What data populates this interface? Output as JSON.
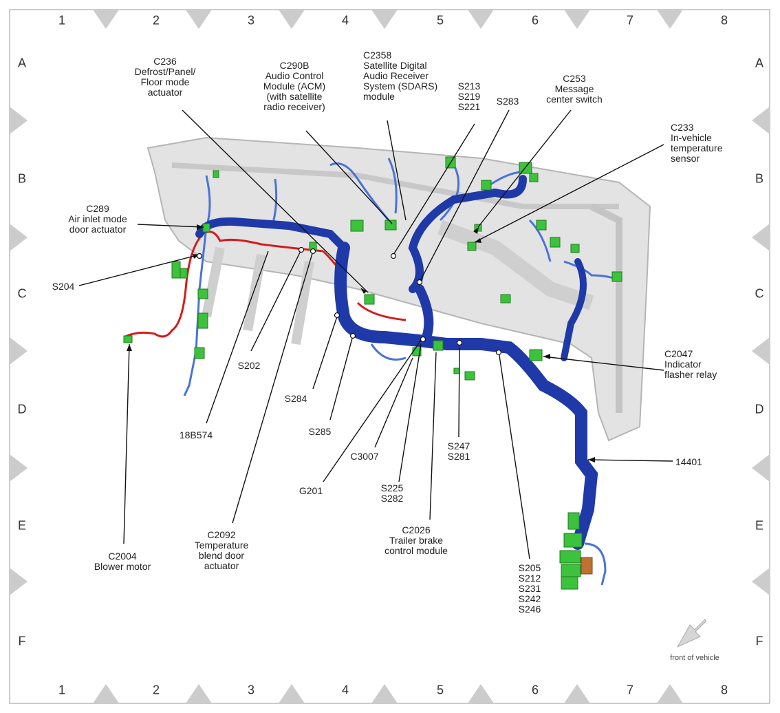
{
  "grid": {
    "columns": [
      "1",
      "2",
      "3",
      "4",
      "5",
      "6",
      "7",
      "8"
    ],
    "rows": [
      "A",
      "B",
      "C",
      "D",
      "E",
      "F"
    ]
  },
  "callouts": {
    "c236": [
      "C236",
      "Defrost/Panel/",
      "Floor mode",
      "actuator"
    ],
    "c290b": [
      "C290B",
      "Audio Control",
      "Module (ACM)",
      "(with satellite",
      "radio receiver)"
    ],
    "c2358": [
      "C2358",
      "Satellite Digital",
      "Audio Receiver",
      "System (SDARS)",
      "module"
    ],
    "s213": [
      "S213",
      "S219",
      "S221"
    ],
    "s283": [
      "S283"
    ],
    "c253": [
      "C253",
      "Message",
      "center switch"
    ],
    "c233": [
      "C233",
      "In-vehicle",
      "temperature",
      "sensor"
    ],
    "c289": [
      "C289",
      "Air inlet mode",
      "door actuator"
    ],
    "s204": [
      "S204"
    ],
    "s202": [
      "S202"
    ],
    "s284": [
      "S284"
    ],
    "s285": [
      "S285"
    ],
    "b18": [
      "18B574"
    ],
    "c3007": [
      "C3007"
    ],
    "g201": [
      "G201"
    ],
    "s225": [
      "S225",
      "S282"
    ],
    "c2026": [
      "C2026",
      "Trailer brake",
      "control module"
    ],
    "s247": [
      "S247",
      "S281"
    ],
    "c2047": [
      "C2047",
      "Indicator",
      "flasher relay"
    ],
    "h14401": [
      "14401"
    ],
    "c2092": [
      "C2092",
      "Temperature",
      "blend door",
      "actuator"
    ],
    "c2004": [
      "C2004",
      "Blower motor"
    ],
    "s205": [
      "S205",
      "S212",
      "S231",
      "S242",
      "S246"
    ]
  },
  "front_of_vehicle": "front of vehicle",
  "colors": {
    "harness_main": "#1f3aa8",
    "harness_light": "#4a72d8",
    "harness_red": "#d61a1a",
    "connector": "#3cc23c",
    "frame_gray": "#d9d9d9",
    "grid_triangle": "#cccccc"
  }
}
